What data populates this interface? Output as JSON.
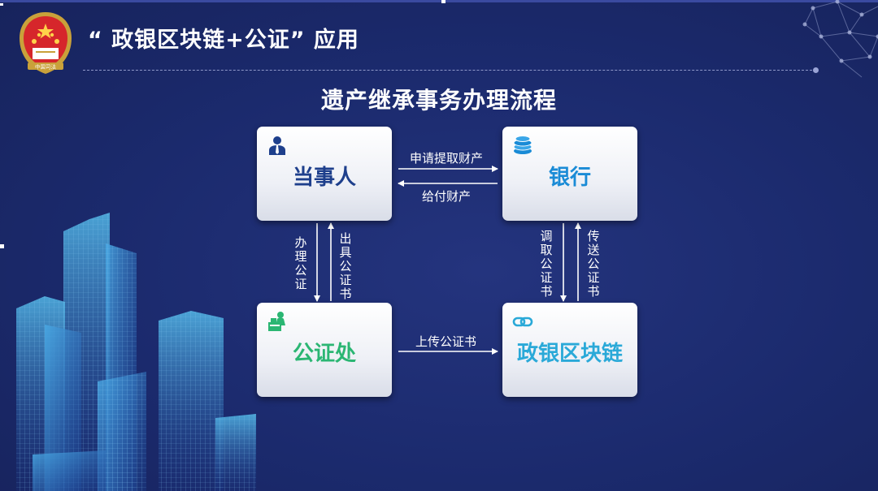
{
  "header": {
    "title": "“ 政银区块链+公证” 应用",
    "logo_text": "中国司法"
  },
  "diagram": {
    "title": "遗产继承事务办理流程",
    "nodes": {
      "party": {
        "label": "当事人",
        "color": "#1e3f8c",
        "icon": "person-icon"
      },
      "bank": {
        "label": "银行",
        "color": "#1a8bd6",
        "icon": "coins-icon"
      },
      "notary": {
        "label": "公证处",
        "color": "#2bb673",
        "icon": "notary-desk-icon"
      },
      "chain": {
        "label": "政银区块链",
        "color": "#2aa9d8",
        "icon": "chain-link-icon"
      }
    },
    "edges": {
      "apply_withdraw": "申请提取财产",
      "pay_assets": "给付财产",
      "handle_notary": "办理公证",
      "issue_cert": "出具公证书",
      "retrieve_cert": "调取公证书",
      "transmit_cert": "传送公证书",
      "upload_cert": "上传公证书"
    }
  }
}
